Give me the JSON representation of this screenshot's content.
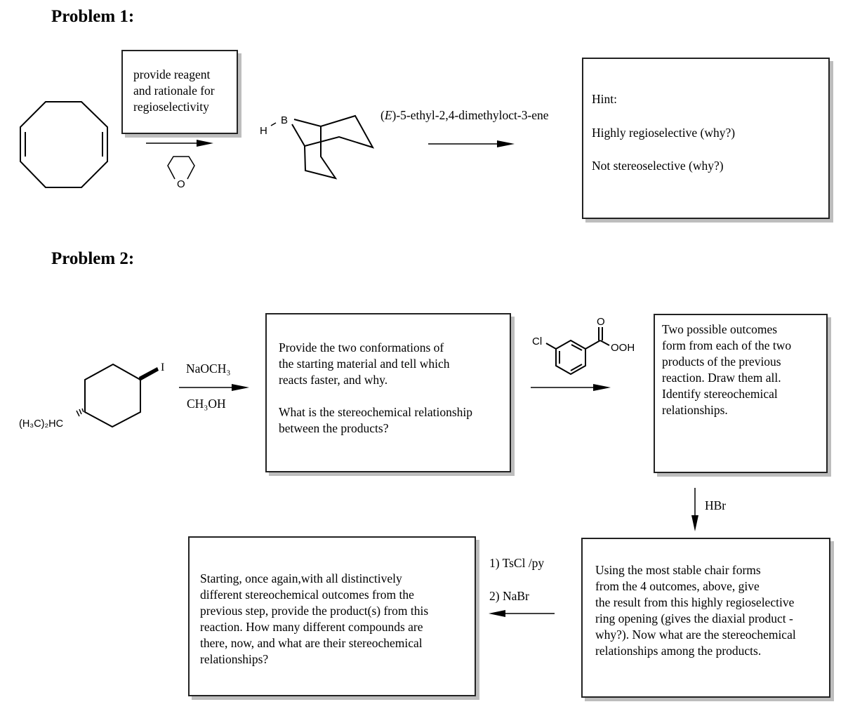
{
  "problem1": {
    "heading": "Problem 1:",
    "reagent_box": "provide reagent\nand rationale for\nregioselectivity",
    "solvent_atom": "O",
    "borane_H": "H",
    "borane_B": "B",
    "substrate_name_prefix": "(",
    "substrate_name_italic": "E",
    "substrate_name_rest": ")-5-ethyl-2,4-dimethyloct-3-ene",
    "hint_box": {
      "title": "Hint:",
      "line1": "Highly regioselective (why?)",
      "line2": "Not stereoselective (why?)"
    }
  },
  "problem2": {
    "heading": "Problem 2:",
    "start_material": {
      "substituent_left": "(H₃C)₂HC",
      "substituent_right": "I"
    },
    "step1": {
      "reagent_top": "NaOCH₃",
      "reagent_bottom": "CH₃OH"
    },
    "box1": "Provide the two conformations of\nthe starting material and tell which\nreacts faster, and why.\n\nWhat is the stereochemical relationship\nbetween the products?",
    "step2": {
      "cl_label": "Cl",
      "o_label": "O",
      "ooh_label": "OOH"
    },
    "box2": "Two possible outcomes\nform from each of the two\nproducts of the previous\nreaction. Draw them all.\nIdentify stereochemical\nrelationships.",
    "step3": {
      "reagent": "HBr"
    },
    "box3": "Using the most stable chair forms\nfrom the 4 outcomes, above, give\nthe result from this highly regioselective\nring opening (gives the diaxial product -\nwhy?). Now what are the stereochemical\nrelationships among the products.",
    "step4": {
      "reagent1": "1) TsCl /py",
      "reagent2": "2) NaBr"
    },
    "box4": "Starting, once again,with all distinctively\ndifferent stereochemical outcomes from the\nprevious step, provide the product(s) from this\nreaction. How many different compounds are\nthere, now, and what are their stereochemical\nrelationships?"
  }
}
